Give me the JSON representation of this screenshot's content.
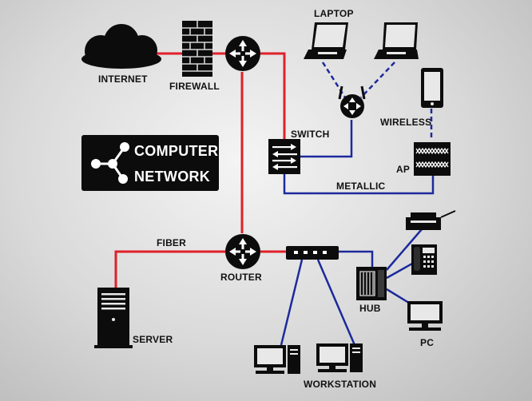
{
  "title": {
    "line1": "COMPUTER",
    "line2": "NETWORK"
  },
  "labels": {
    "internet": "INTERNET",
    "firewall": "FIREWALL",
    "laptop": "LAPTOP",
    "wireless": "WIRELESS",
    "switch": "SWITCH",
    "ap": "AP",
    "metallic": "METALLIC",
    "fiber": "FIBER",
    "router": "ROUTER",
    "server": "SERVER",
    "hub": "HUB",
    "pc": "PC",
    "workstation": "WORKSTATION"
  },
  "colors": {
    "fiber_link": "#e0202a",
    "metallic_link": "#1c2a9c",
    "device": "#0c0c0c",
    "background": "#d9d9d9"
  }
}
